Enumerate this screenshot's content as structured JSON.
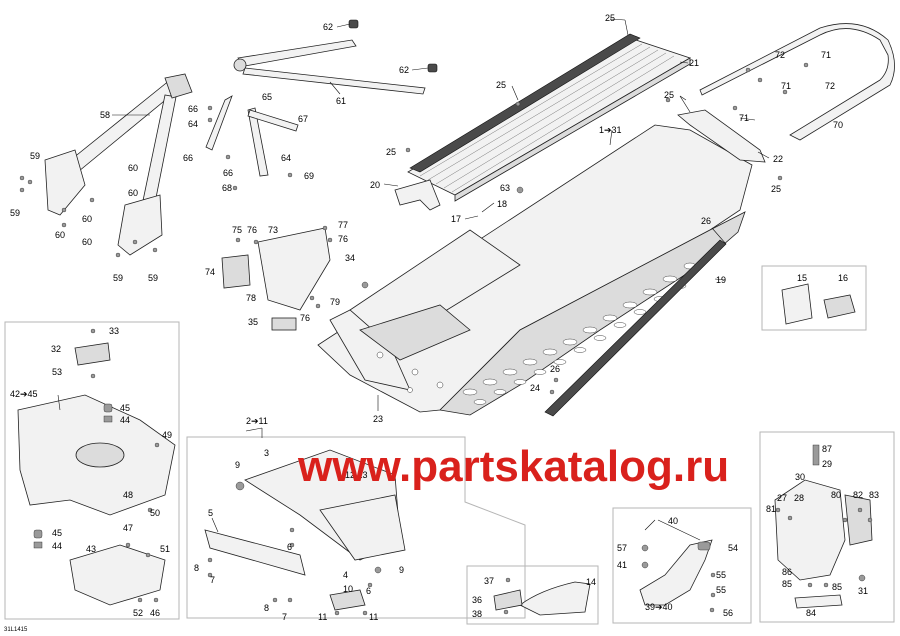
{
  "watermark": "www.partskatalog.ru",
  "diagram_code": "31L1415",
  "labels": {
    "l62a": "62",
    "l62b": "62",
    "l61": "61",
    "l58": "58",
    "l65": "65",
    "l66a": "66",
    "l64a": "64",
    "l67": "67",
    "l66b": "66",
    "l66c": "66",
    "l64b": "64",
    "l68": "68",
    "l69": "69",
    "l59a": "59",
    "l59b": "59",
    "l60a": "60",
    "l60b": "60",
    "l60c": "60",
    "l60d": "60",
    "l59c": "59",
    "l59d": "59",
    "l25a": "25",
    "l21": "21",
    "l25b": "25",
    "l72a": "72",
    "l71a": "71",
    "l71b": "71",
    "l72b": "72",
    "l25c": "25",
    "l71c": "71",
    "l70": "70",
    "l1_31": "1➔31",
    "l25d": "25",
    "l22": "22",
    "l25e": "25",
    "l20": "20",
    "l63": "63",
    "l18": "18",
    "l17": "17",
    "l75": "75",
    "l76a": "76",
    "l73": "73",
    "l77": "77",
    "l76b": "76",
    "l74": "74",
    "l34": "34",
    "l78": "78",
    "l79": "79",
    "l35": "35",
    "l76c": "76",
    "l26a": "26",
    "l19": "19",
    "l15": "15",
    "l16": "16",
    "l26b": "26",
    "l24": "24",
    "l23": "23",
    "l33": "33",
    "l32": "32",
    "l53": "53",
    "l42_45": "42➔45",
    "l45a": "45",
    "l44a": "44",
    "l49": "49",
    "l48": "48",
    "l50": "50",
    "l47": "47",
    "l45b": "45",
    "l44b": "44",
    "l43": "43",
    "l51": "51",
    "l52": "52",
    "l46": "46",
    "l2_11": "2➔11",
    "l3": "3",
    "l9a": "9",
    "l12_13": "12 13",
    "l5": "5",
    "l6a": "6",
    "l8a": "8",
    "l7a": "7",
    "l4": "4",
    "l9b": "9",
    "l6b": "6",
    "l10": "10",
    "l8b": "8",
    "l7b": "7",
    "l11a": "11",
    "l11b": "11",
    "l37": "37",
    "l14": "14",
    "l36": "36",
    "l38": "38",
    "l40": "40",
    "l57": "57",
    "l54": "54",
    "l41": "41",
    "l55a": "55",
    "l39_40": "39➔40",
    "l55b": "55",
    "l56": "56",
    "l87": "87",
    "l29": "29",
    "l30": "30",
    "l27": "27",
    "l28": "28",
    "l80": "80",
    "l82": "82",
    "l83": "83",
    "l81": "81",
    "l86": "86",
    "l85a": "85",
    "l85b": "85",
    "l31": "31",
    "l84": "84"
  }
}
